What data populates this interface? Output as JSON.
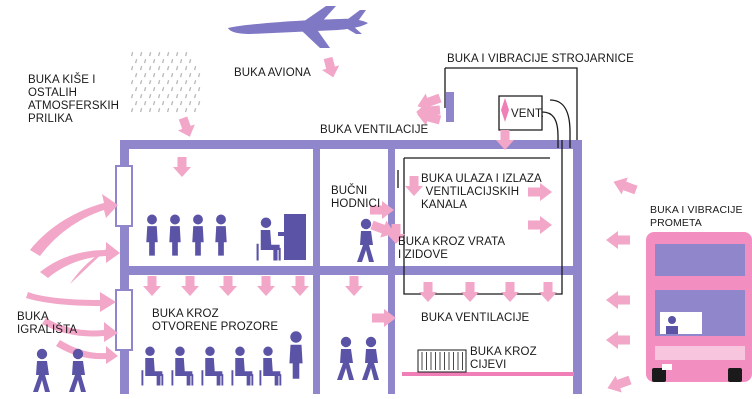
{
  "labels": {
    "rain": [
      "BUKA KIŠE I",
      "OSTALIH",
      "ATMOSFERSKIH",
      "PRILIKA"
    ],
    "aircraft": "BUKA AVIONA",
    "machine_room": "BUKA I VIBRACIJE STROJARNICE",
    "vent_box": "VENT.",
    "ventilation_top": "BUKA VENTILACIJE",
    "corridors": [
      "BUČNI",
      "HODNICI"
    ],
    "duct_inout": [
      "BUKA ULAZA I IZLAZA",
      "VENTILACIJSKIH",
      "KANALA"
    ],
    "through_doors": [
      "BUKA KROZ VRATA",
      "I ZIDOVE"
    ],
    "traffic": [
      "BUKA I VIBRACIJE",
      "PROMETA"
    ],
    "playground": [
      "BUKA",
      "IGRALIŠTA"
    ],
    "open_windows": [
      "BUKA KROZ",
      "OTVORENE PROZORE"
    ],
    "ventilation_bottom": "BUKA VENTILACIJE",
    "pipes": [
      "BUKA KROZ",
      "CIJEVI"
    ]
  },
  "colors": {
    "wall": "#8f86cc",
    "people": "#5b54a6",
    "arrow": "#f2a6c8",
    "arrow_dark": "#ee8fbb",
    "bus_body": "#f28fc0",
    "bus_window": "#8f86cc",
    "duct": "#1a1a1a",
    "pipe": "#ef7fb6"
  },
  "icons": [
    "airplane-icon",
    "rain-icon",
    "person-icon",
    "piano-icon",
    "bus-icon",
    "radiator-icon",
    "fan-icon"
  ]
}
